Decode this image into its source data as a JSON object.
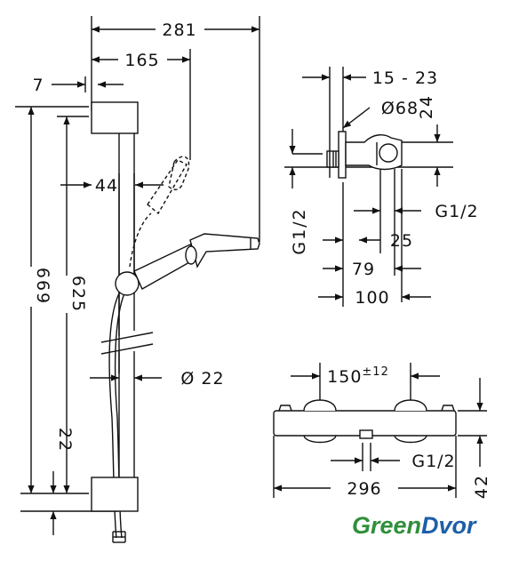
{
  "dimensions": {
    "total_width": "281",
    "arm_reach": "165",
    "wall_offset": "7",
    "holder_offset": "44",
    "bar_length": "669",
    "bar_spacing": "625",
    "bottom_offset": "22",
    "rail_diameter": "Ø 22",
    "valve_depth": "15 - 23",
    "rosette_diameter": "Ø68",
    "valve_height": "24",
    "side_connection": "G1/2",
    "front_connection": "G1/2",
    "body_depth_25": "25",
    "body_depth_79": "79",
    "body_depth_100": "100",
    "center_distance": "150",
    "center_tolerance": "±12",
    "bottom_connection": "G1/2",
    "body_width": "296",
    "body_height": "42"
  },
  "brand": {
    "part1": "Green",
    "part2": "Dvor",
    "color1": "#2f8f3a",
    "color2": "#1c5fa8"
  }
}
